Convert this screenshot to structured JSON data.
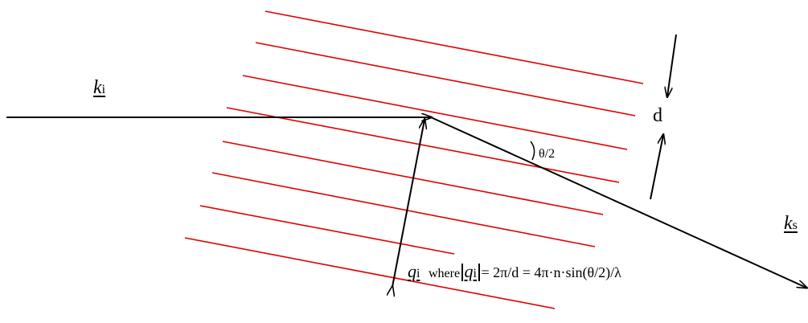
{
  "colors": {
    "planes": "#e00000",
    "vectors": "#000000"
  },
  "labels": {
    "k_incident": {
      "symbol": "k",
      "subscript": "i"
    },
    "k_scattered": {
      "symbol": "k",
      "subscript": "s"
    },
    "q_vector": {
      "symbol": "q",
      "subscript": "i"
    },
    "spacing": "d",
    "angle": "θ/2",
    "formula": {
      "prefix": "where",
      "lhs_symbol": "q",
      "lhs_subscript": "i",
      "rhs": "= 2π/d = 4π·n·sin(θ/2)/λ"
    }
  },
  "icons": {
    "arrowhead": "arrowhead-icon"
  }
}
